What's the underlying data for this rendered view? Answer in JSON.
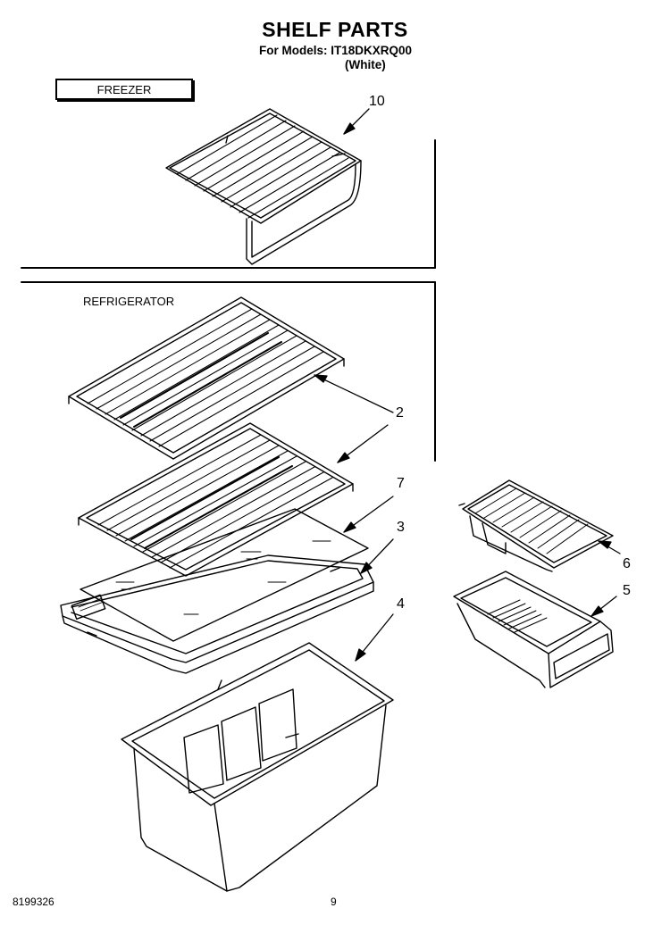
{
  "header": {
    "title": "SHELF PARTS",
    "models_line": "For Models: IT18DKXRQ00",
    "variant": "(White)"
  },
  "sections": {
    "freezer": "FREEZER",
    "refrigerator": "REFRIGERATOR"
  },
  "callouts": {
    "wire_shelf_freezer": "10",
    "wire_shelves": "2",
    "glass_insert": "7",
    "crisper_cover_frame": "3",
    "crisper_pan": "4",
    "meat_pan_cover": "6",
    "meat_pan": "5"
  },
  "footer": {
    "part_number": "8199326",
    "page_number": "9"
  }
}
